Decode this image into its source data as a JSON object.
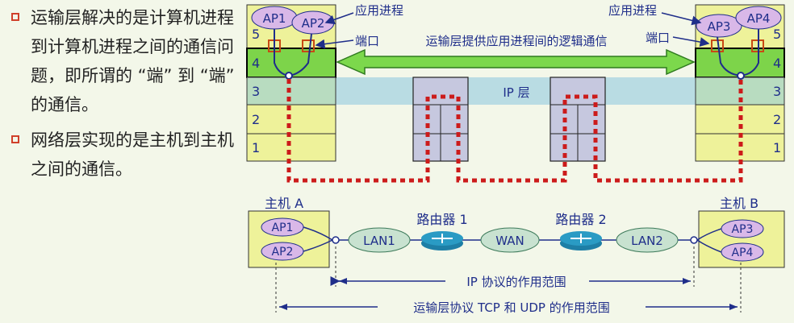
{
  "bullets": [
    {
      "text": "运输层解决的是计算机进程到计算机进程之间的通信问题，即所谓的 “端” 到 “端” 的通信。"
    },
    {
      "text": "网络层实现的是主机到主机之间的通信。"
    }
  ],
  "diagram": {
    "layer_numbers": [
      "5",
      "4",
      "3",
      "2",
      "1"
    ],
    "ap_labels": {
      "left_top": [
        "AP1",
        "AP2"
      ],
      "right_top": [
        "AP3",
        "AP4"
      ],
      "left_bottom": [
        "AP1",
        "AP2"
      ],
      "right_bottom": [
        "AP3",
        "AP4"
      ]
    },
    "app_process_label": "应用进程",
    "port_label": "端口",
    "transport_comm_label": "运输层提供应用进程间的逻辑通信",
    "ip_layer_label": "IP 层",
    "host_a_label": "主机 A",
    "host_b_label": "主机 B",
    "router1_label": "路由器 1",
    "router2_label": "路由器 2",
    "lan1_label": "LAN1",
    "wan_label": "WAN",
    "lan2_label": "LAN2",
    "ip_scope_label": "IP 协议的作用范围",
    "transport_scope_label": "运输层协议 TCP 和 UDP 的作用范围",
    "colors": {
      "layer_fill": "#eef29a",
      "layer4_fill": "#7dd44a",
      "ip_band": "#9fd0e0",
      "router_fill": "#c6c8df",
      "ap_fill": "#d9b8e8",
      "arrow_green": "#7cd84c",
      "dashed_red": "#cc1b1b",
      "navy": "#1f2e8a",
      "cloud_fill": "#c8e2d0",
      "router_icon": "#2a9bc4"
    }
  }
}
